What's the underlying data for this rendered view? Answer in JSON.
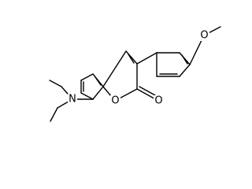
{
  "molecule": {
    "atoms": [
      {
        "id": "N1",
        "symbol": "N"
      },
      {
        "id": "O1",
        "symbol": "O"
      },
      {
        "id": "O2",
        "symbol": "O"
      },
      {
        "id": "O3",
        "symbol": "O"
      }
    ]
  }
}
